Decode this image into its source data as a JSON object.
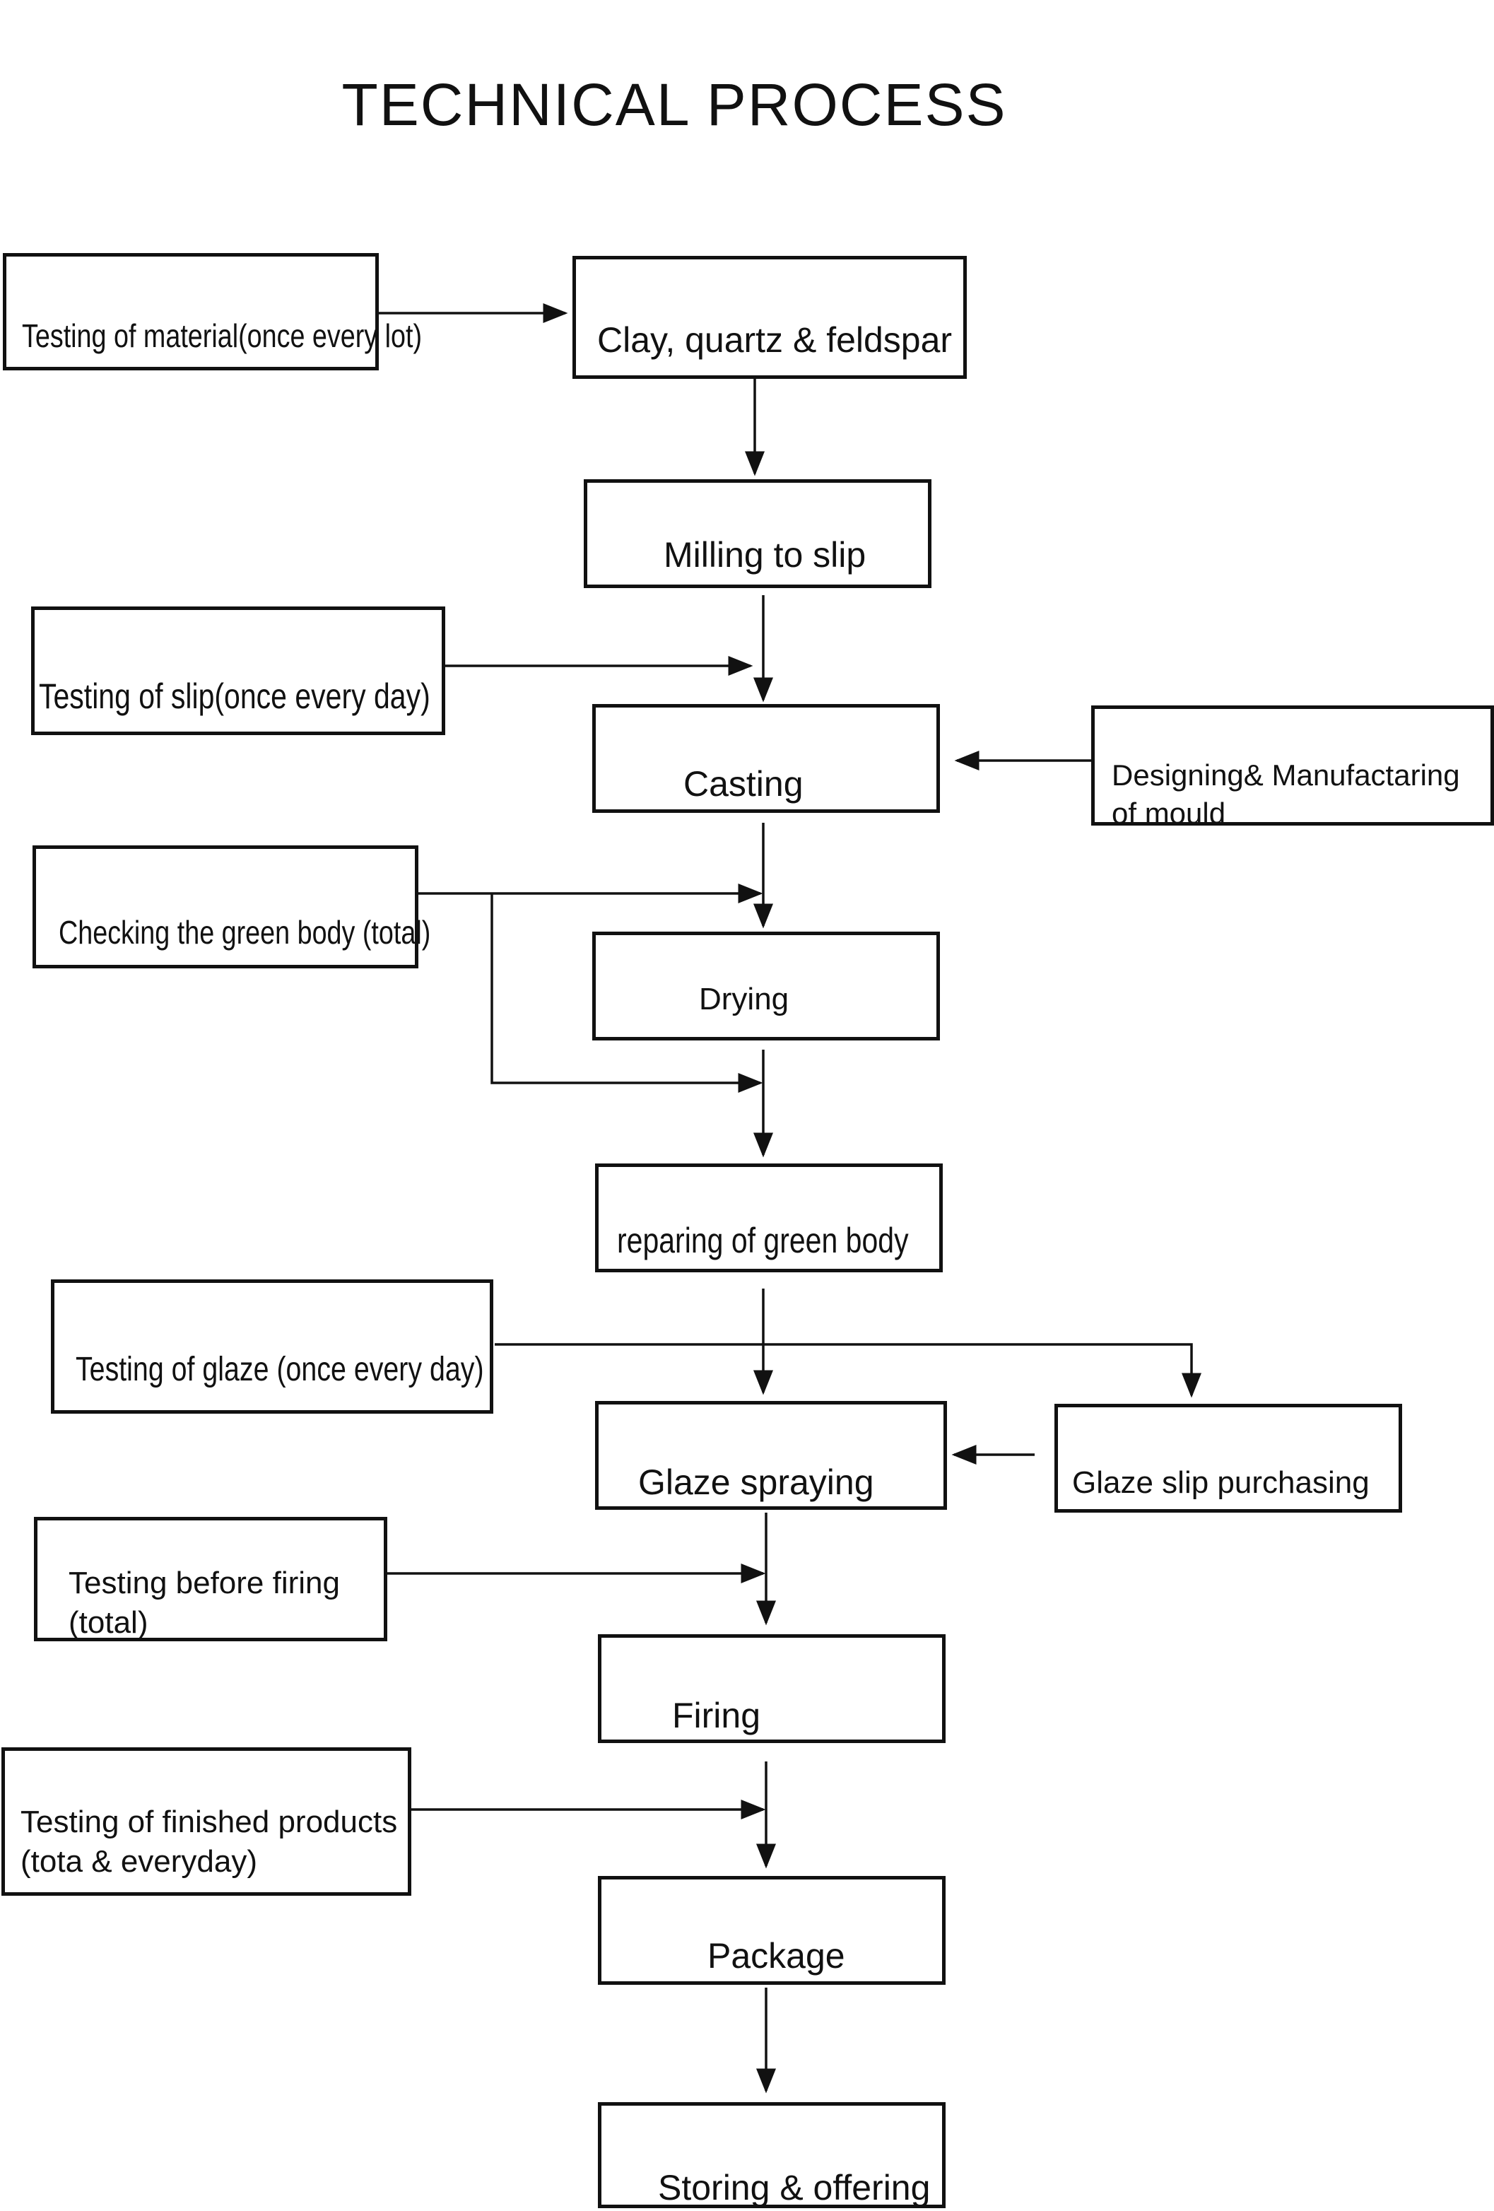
{
  "title": "TECHNICAL PROCESS",
  "process": {
    "clay": "Clay, quartz & feldspar",
    "milling": "Milling to slip",
    "casting": "Casting",
    "drying": "Drying",
    "reparing": "reparing of green body",
    "glaze_spraying": "Glaze spraying",
    "firing": "Firing",
    "package": "Package",
    "storing": "Storing & offering"
  },
  "inputs": {
    "testing_material": "Testing of material(once every lot)",
    "testing_slip": "Testing of slip(once every day)",
    "designing_line1": "Designing& Manufactaring",
    "designing_line2": "of mould",
    "checking_green": "Checking the green body (total)",
    "testing_glaze": "Testing of glaze (once every day)",
    "glaze_purchasing": "Glaze slip purchasing",
    "before_firing_line1": "Testing before firing",
    "before_firing_line2": "(total)",
    "finished_line1": "Testing of finished products",
    "finished_line2": "(tota & everyday)"
  }
}
